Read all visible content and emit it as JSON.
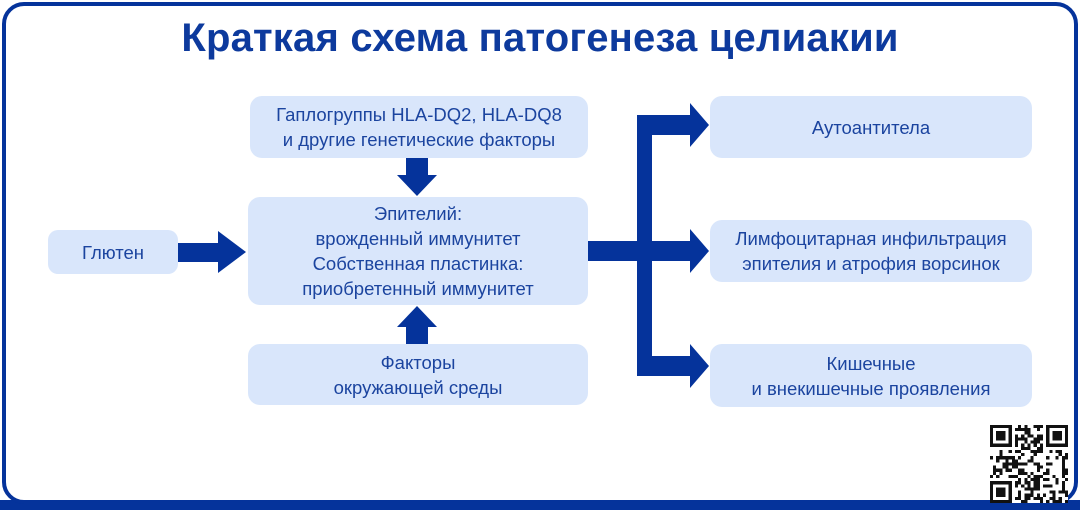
{
  "title": "Краткая схема патогенеза целиакии",
  "colors": {
    "navy": "#05339b",
    "title_text": "#0d3a9d",
    "box_bg": "#d9e6fb",
    "box_text": "#1b449f"
  },
  "nodes": {
    "gluten": {
      "lines": [
        "Глютен"
      ]
    },
    "genetics": {
      "lines": [
        "Гаплогруппы HLA-DQ2, HLA-DQ8",
        "и другие генетические факторы"
      ]
    },
    "center": {
      "lines": [
        "Эпителий:",
        "врожденный иммунитет",
        "Собственная пластинка:",
        "приобретенный иммунитет"
      ]
    },
    "environment": {
      "lines": [
        "Факторы",
        "окружающей среды"
      ]
    },
    "autoantibodies": {
      "lines": [
        "Аутоантитела"
      ]
    },
    "infiltration": {
      "lines": [
        "Лимфоцитарная инфильтрация",
        "эпителия и атрофия ворсинок"
      ]
    },
    "manifestations": {
      "lines": [
        "Кишечные",
        "и внекишечные проявления"
      ]
    }
  }
}
